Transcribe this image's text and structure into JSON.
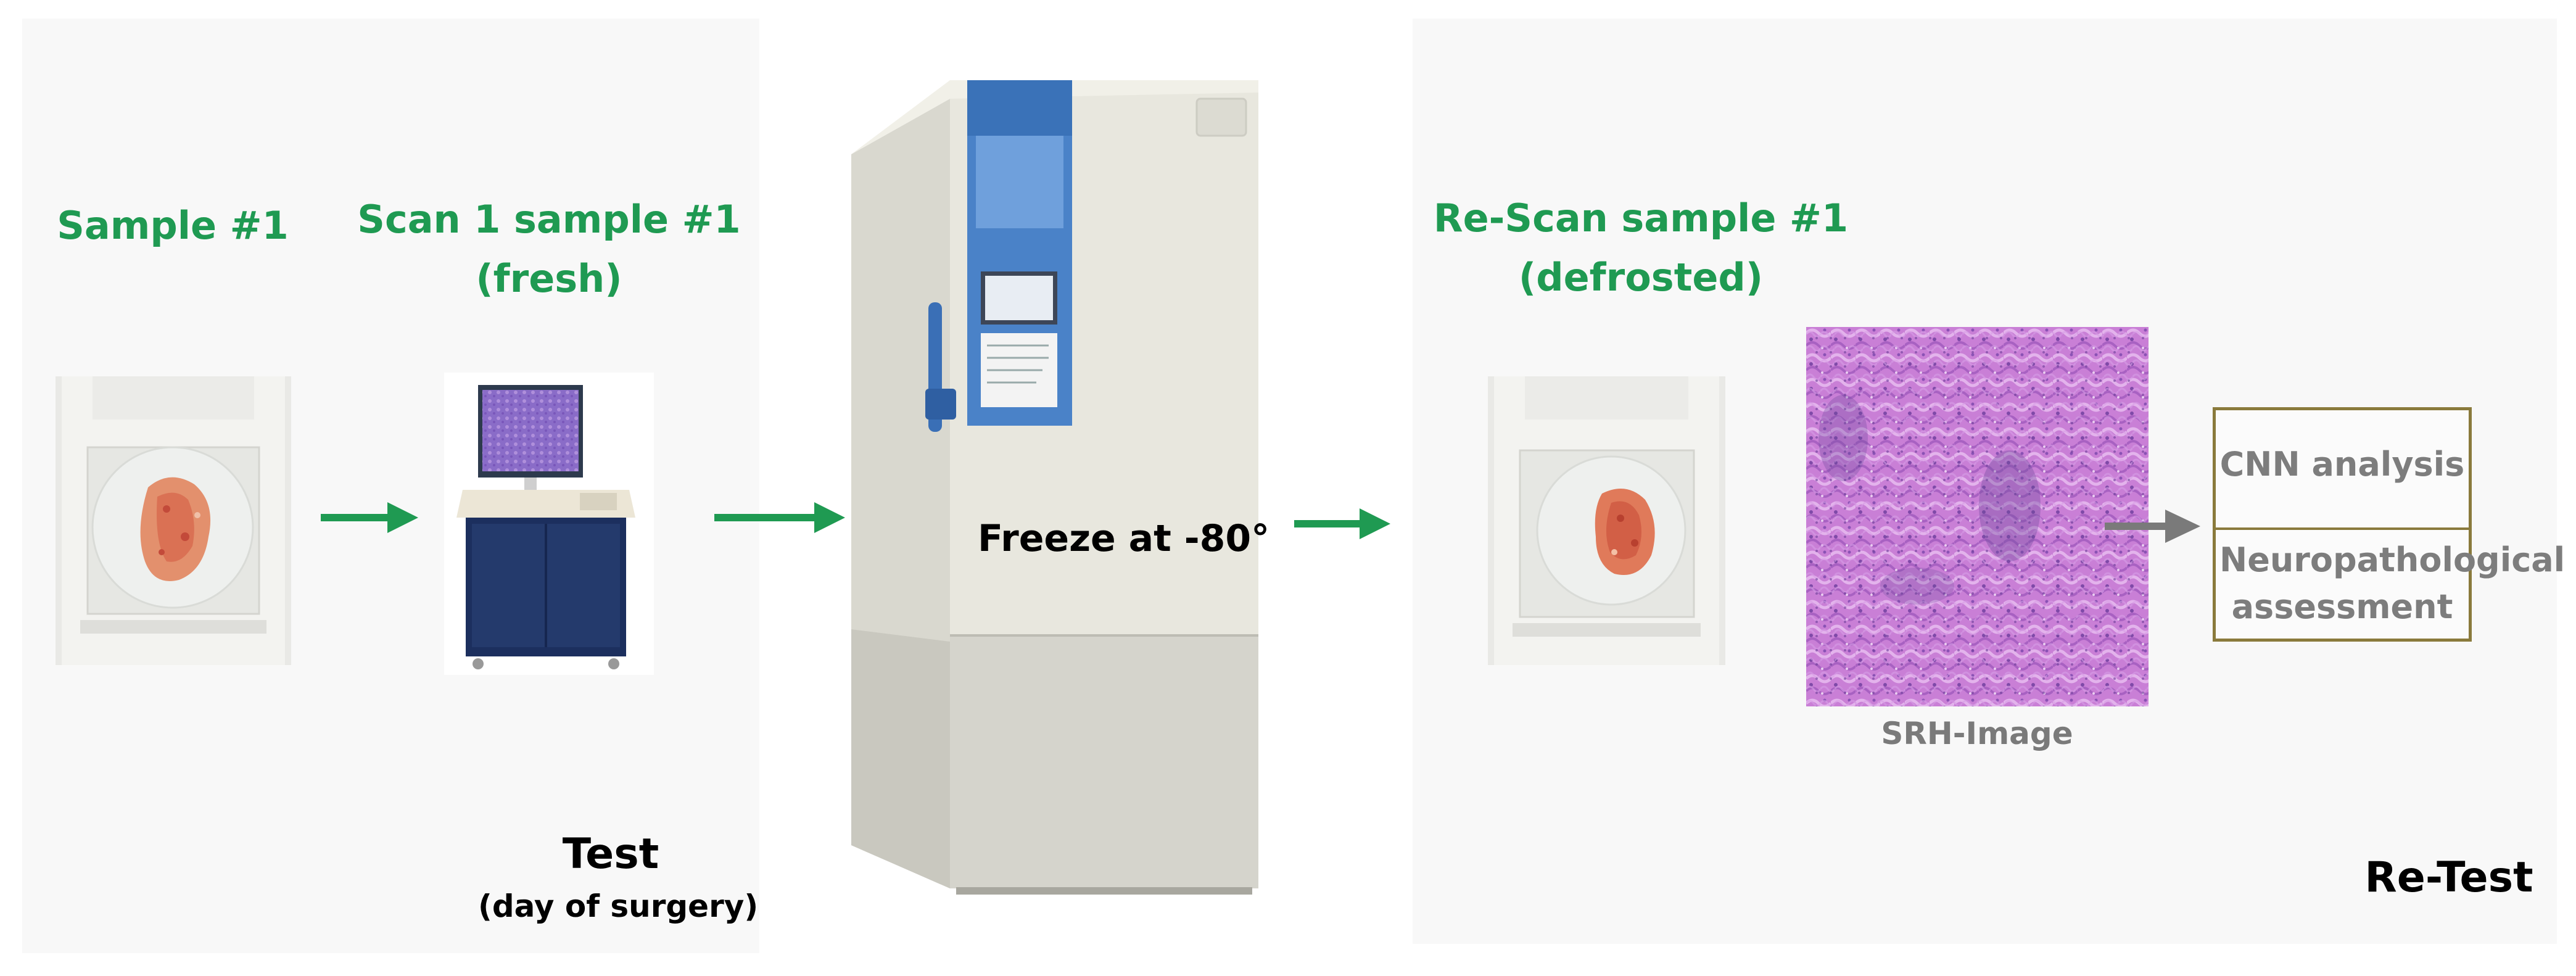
{
  "left_panel": {
    "sample_label": "Sample #1",
    "scan_label_line1": "Scan 1 sample #1",
    "scan_label_line2": "(fresh)",
    "phase_title": "Test",
    "phase_subtitle": "(day of surgery)"
  },
  "middle": {
    "freeze_label": "Freeze at -80°"
  },
  "right_panel": {
    "rescan_label_line1": "Re-Scan sample #1",
    "rescan_label_line2": "(defrosted)",
    "srh_caption": "SRH-Image",
    "outcomes": [
      "CNN analysis",
      "Neuropathological assessment"
    ],
    "phase_title": "Re-Test"
  },
  "colors": {
    "label_green": "#1f9a52",
    "arrow_green": "#1f9a52",
    "arrow_gray": "#7a7a7a",
    "box_border": "#8a7a3c",
    "panel_bg": "#f8f8f8"
  }
}
